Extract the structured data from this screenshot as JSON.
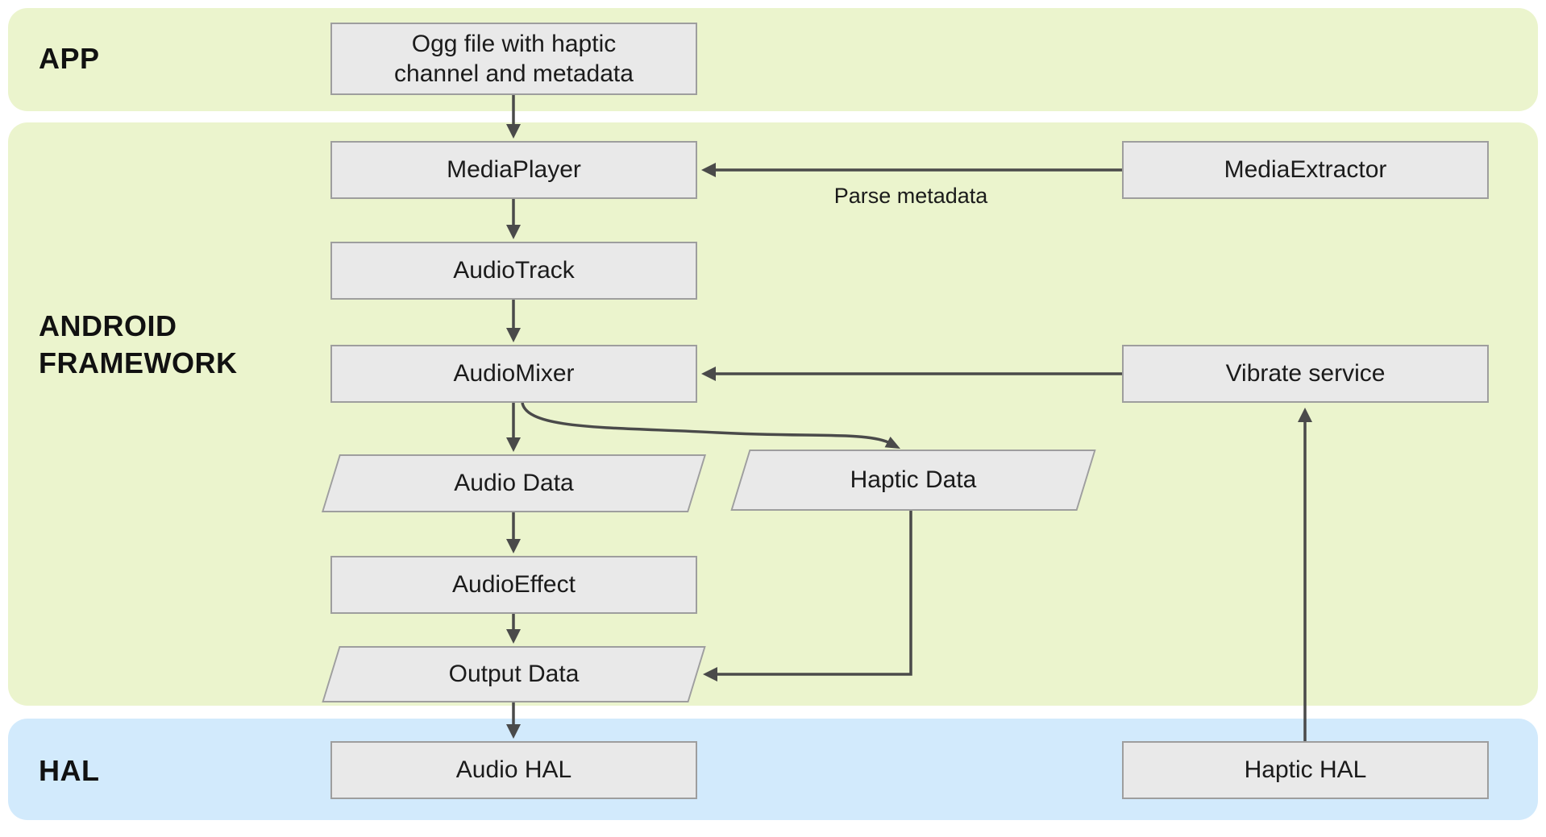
{
  "bands": {
    "app": {
      "label": "APP"
    },
    "framework": {
      "label": "ANDROID\nFRAMEWORK"
    },
    "hal": {
      "label": "HAL"
    }
  },
  "nodes": {
    "ogg_file": {
      "label": "Ogg file with haptic\nchannel and metadata",
      "shape": "rect"
    },
    "media_player": {
      "label": "MediaPlayer",
      "shape": "rect"
    },
    "media_extractor": {
      "label": "MediaExtractor",
      "shape": "rect"
    },
    "audio_track": {
      "label": "AudioTrack",
      "shape": "rect"
    },
    "audio_mixer": {
      "label": "AudioMixer",
      "shape": "rect"
    },
    "vibrate_service": {
      "label": "Vibrate service",
      "shape": "rect"
    },
    "audio_data": {
      "label": "Audio Data",
      "shape": "parallelogram"
    },
    "haptic_data": {
      "label": "Haptic Data",
      "shape": "parallelogram"
    },
    "audio_effect": {
      "label": "AudioEffect",
      "shape": "rect"
    },
    "output_data": {
      "label": "Output Data",
      "shape": "parallelogram"
    },
    "audio_hal": {
      "label": "Audio HAL",
      "shape": "rect"
    },
    "haptic_hal": {
      "label": "Haptic HAL",
      "shape": "rect"
    }
  },
  "edges": [
    {
      "from": "ogg_file",
      "to": "media_player"
    },
    {
      "from": "media_extractor",
      "to": "media_player",
      "label": "Parse metadata"
    },
    {
      "from": "media_player",
      "to": "audio_track"
    },
    {
      "from": "audio_track",
      "to": "audio_mixer"
    },
    {
      "from": "vibrate_service",
      "to": "audio_mixer"
    },
    {
      "from": "audio_mixer",
      "to": "audio_data"
    },
    {
      "from": "audio_mixer",
      "to": "haptic_data"
    },
    {
      "from": "audio_data",
      "to": "audio_effect"
    },
    {
      "from": "audio_effect",
      "to": "output_data"
    },
    {
      "from": "haptic_data",
      "to": "output_data"
    },
    {
      "from": "output_data",
      "to": "audio_hal"
    },
    {
      "from": "haptic_hal",
      "to": "vibrate_service"
    }
  ],
  "edge_labels": {
    "parse_metadata": "Parse metadata"
  },
  "colors": {
    "band_green": "#ebf4cd",
    "band_blue": "#d2eafc",
    "node_fill": "#e9e9e9",
    "node_border": "#9e9e9e",
    "arrow": "#4a4a4a",
    "text": "#1b1b1b"
  }
}
